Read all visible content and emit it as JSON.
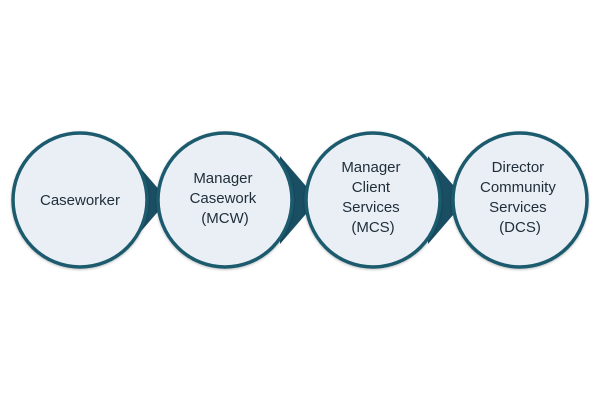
{
  "diagram": {
    "nodes": [
      {
        "id": "caseworker",
        "lines": [
          "Caseworker"
        ]
      },
      {
        "id": "mcw",
        "lines": [
          "Manager",
          "Casework",
          "(MCW)"
        ]
      },
      {
        "id": "mcs",
        "lines": [
          "Manager",
          "Client",
          "Services",
          "(MCS)"
        ]
      },
      {
        "id": "dcs",
        "lines": [
          "Director",
          "Community",
          "Services",
          "(DCS)"
        ]
      }
    ],
    "colors": {
      "circle_fill": "#e9eff4",
      "circle_stroke": "#1c5a6e",
      "arrow": "#1a4e63",
      "text": "#1f2d3a"
    }
  }
}
